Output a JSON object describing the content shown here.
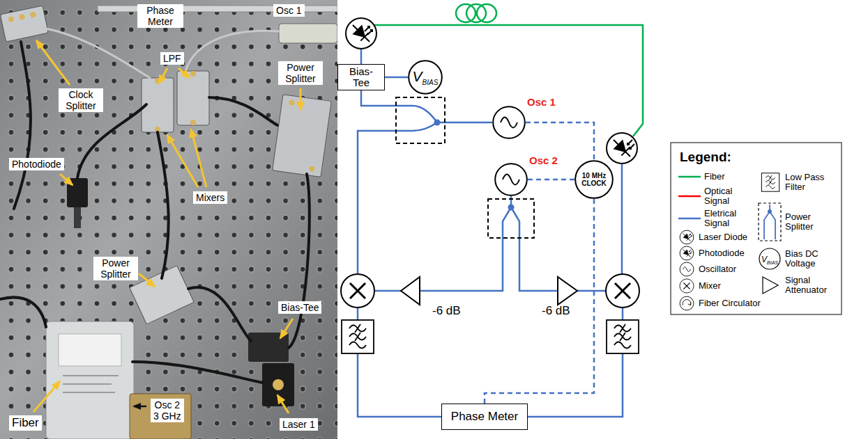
{
  "diagram": {
    "nodes": [
      {
        "text": [
          "Phase Meter"
        ]
      },
      {
        "text": [
          "Osc 1"
        ]
      },
      {
        "text": [
          "Clock Splitter"
        ]
      },
      {
        "text": [
          "LPF"
        ]
      },
      {
        "text": [
          "Power Splitter"
        ]
      },
      {
        "text": [
          "Photodiode"
        ]
      },
      {
        "text": [
          "Mixers"
        ]
      },
      {
        "text": [
          "Power Splitter"
        ]
      },
      {
        "text": [
          "Bias-Tee"
        ]
      },
      {
        "text": [
          "Fiber"
        ]
      },
      {
        "text": [
          "Osc 2",
          "3 GHz"
        ]
      },
      {
        "text": [
          "Laser 1"
        ]
      },
      {
        "text": [
          "Bias-Tee"
        ]
      },
      {
        "text": [
          "V",
          "BIAS"
        ]
      },
      {
        "text": [
          "Osc 1"
        ]
      },
      {
        "text": [
          "Osc 2"
        ]
      },
      {
        "text": [
          "10 MHz CLOCK"
        ]
      },
      {
        "text": [
          "Phase Meter"
        ]
      }
    ],
    "edges": [
      {
        "from": 12,
        "to": 13,
        "arrow": "none"
      },
      {
        "from": 14,
        "to": 16,
        "arrow": "none"
      },
      {
        "from": 15,
        "to": 16,
        "arrow": "none"
      },
      {
        "from": 16,
        "to": 17,
        "arrow": "none"
      }
    ],
    "labels": [
      "Legend:",
      "V",
      "BIAS",
      "-6 dB",
      "-6 dB"
    ],
    "legend": [
      {
        "text": "Fiber",
        "color": "#00b050"
      },
      {
        "text": "Optical Signal",
        "color": "#ff0000"
      },
      {
        "text": "Eletrical Signal",
        "color": "#4472c4"
      },
      {
        "text": "Laser Diode"
      },
      {
        "text": "Photodiode"
      },
      {
        "text": "Oscillator"
      },
      {
        "text": "Mixer"
      },
      {
        "text": "Fiber Circulator"
      },
      {
        "text": "Low Pass Filter"
      },
      {
        "text": "Power Splitter"
      },
      {
        "text": "Bias DC Voltage"
      },
      {
        "text": "Signal Attenuator"
      }
    ]
  }
}
